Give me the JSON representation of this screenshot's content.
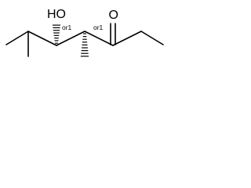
{
  "structure": {
    "atoms": {
      "hydroxyl": "HO",
      "carbonyl_oxygen": "O"
    },
    "stereo_descriptors": {
      "carbinol_center": "or1",
      "methine_center": "or1"
    }
  }
}
